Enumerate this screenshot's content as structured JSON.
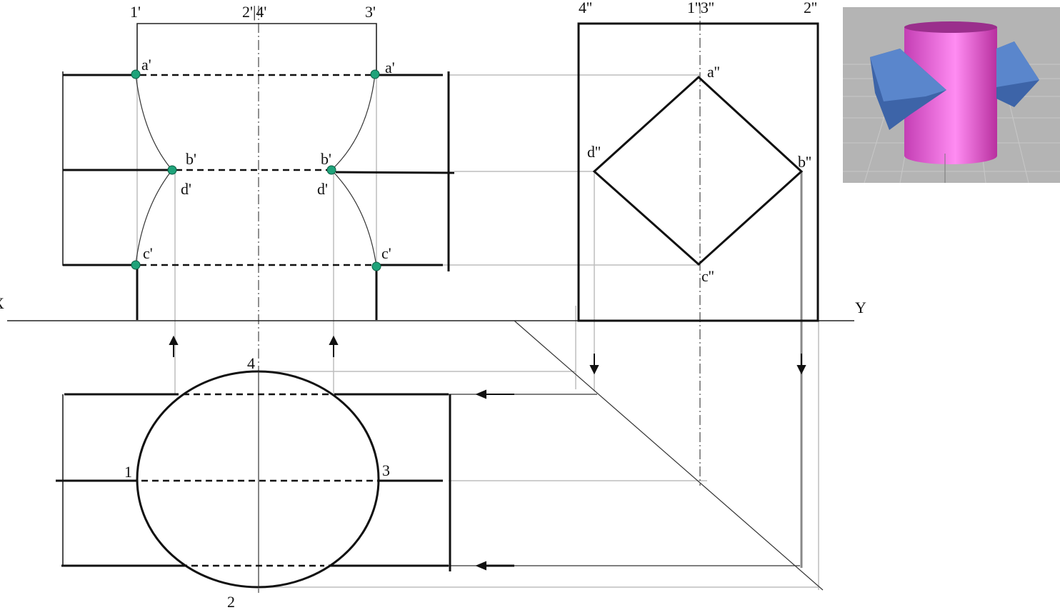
{
  "front_view": {
    "top_labels": [
      "1'",
      "2'|4'",
      "3'"
    ],
    "points": [
      "a'",
      "a'",
      "b'",
      "b'",
      "d'",
      "d'",
      "c'",
      "c'"
    ]
  },
  "side_view": {
    "top_labels": [
      "4''",
      "1''3''",
      "2''"
    ],
    "points": [
      "a''",
      "b''",
      "c''",
      "d''"
    ]
  },
  "top_view": {
    "labels": [
      "4",
      "1",
      "3",
      "2"
    ]
  },
  "axes": {
    "x": "X",
    "y": "Y"
  },
  "colors": {
    "cylinder": "#f070e0",
    "prism": "#4a74c0",
    "point": "#1fa37a",
    "background_3d": "#b4b4b4"
  },
  "isometric_preview": {
    "icon": "cylinder-with-square-prism-icon"
  }
}
